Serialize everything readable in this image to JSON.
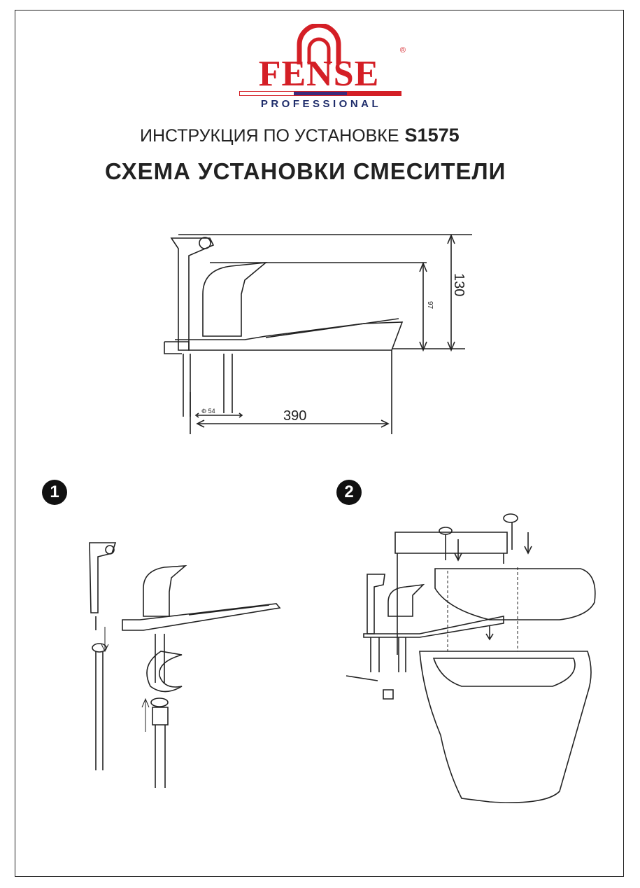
{
  "logo": {
    "brand": "FENSE",
    "registered": "®",
    "subtitle": "PROFESSIONAL",
    "colors": {
      "red": "#d41f26",
      "navy": "#1f2d6b"
    }
  },
  "title": {
    "instruction": "ИНСТРУКЦИЯ ПО УСТАНОВКЕ",
    "model": "S1575",
    "heading": "СХЕМА УСТАНОВКИ СМЕСИТЕЛИ"
  },
  "dimensions": {
    "height_total": "130",
    "height_spout": "97",
    "length": "390",
    "diameter": "Φ 54"
  },
  "steps": [
    {
      "number": "1"
    },
    {
      "number": "2"
    }
  ]
}
